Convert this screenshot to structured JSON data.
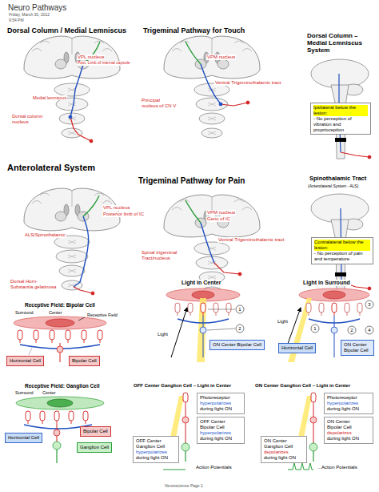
{
  "diagram": {
    "title": "Neuro Pathways",
    "nodes": [
      {
        "text": [
          "Ipsilateral below the lesion:",
          "- No perception of vibration and proprioception"
        ]
      },
      {
        "text": [
          "Contralateral below the lesion:",
          "- No perception of pain and temperature"
        ]
      },
      {
        "text": [
          "Horizontal Cell"
        ]
      },
      {
        "text": [
          "Bipolar Cell"
        ]
      },
      {
        "text": [
          "ON Center Bipolar Cell"
        ]
      },
      {
        "text": [
          "Horizontal Cell"
        ]
      },
      {
        "text": [
          "ON Center Bipolar Cell"
        ]
      },
      {
        "text": [
          "Bipolar Cell"
        ]
      },
      {
        "text": [
          "Horizontal Cell"
        ]
      },
      {
        "text": [
          "Ganglion Cell"
        ]
      },
      {
        "text": [
          "Photoreceptor",
          "hyperpolarizes",
          "during light ON"
        ]
      },
      {
        "text": [
          "OFF Center",
          "Bipolar Cell",
          "hyperpolarizes",
          "during light ON"
        ]
      },
      {
        "text": [
          "OFF Center Ganglion Cell",
          "hyperpolarizes",
          "during light ON"
        ]
      },
      {
        "text": [
          "Photoreceptor",
          "hyperpolarizes",
          "during light ON"
        ]
      },
      {
        "text": [
          "ON Center",
          "Bipolar Cell",
          "depolarizes",
          "during light ON"
        ]
      },
      {
        "text": [
          "ON Center",
          "Ganglion Cell",
          "depolarizes",
          "during light ON"
        ]
      }
    ],
    "labels": [
      "Friday, March 30, 2012",
      "9:54 PM",
      "Dorsal Column / Medial Lemniscus",
      "Trigeminal Pathway for Touch",
      "Dorsal Column – Medial Lemniscus System",
      "VPL nucleus",
      "Post. Limb of internal capsule",
      "Medial lemniscus",
      "Dorsal column nucleus",
      "VPM nucleus",
      "Ventral Trigeminothalamic tract",
      "Principal nucleus of CN V",
      "Anterolateral System",
      "Trigeminal Pathway for Pain",
      "Spinothalamic Tract",
      "(Anterolateral System - ALS)",
      "VPL nucleus",
      "Posterior limb of IC",
      "ALS/Spinothalamic",
      "Dorsal Horn- Substantia gelatinosa",
      "VPM nucleus",
      "Genu of IC",
      "Ventral Trigeminothalamic tract",
      "Spinal trigeminal Tract/nucleus",
      "Receptive Field: Bipolar Cell",
      "Surround",
      "Center",
      "Receptive Field",
      "Light in Center",
      "Light",
      "1",
      "2",
      "Light in Surround",
      "Light",
      "3",
      "1",
      "2",
      "4",
      "Receptive Field: Ganglion Cell",
      "Surround",
      "Center",
      "OFF Center Ganglion Cell – Light in Center",
      "Action Potentials",
      "ON Center Ganglion Cell – Light in Center",
      "...Action Potentials",
      "Neuroscience Page 1"
    ]
  }
}
